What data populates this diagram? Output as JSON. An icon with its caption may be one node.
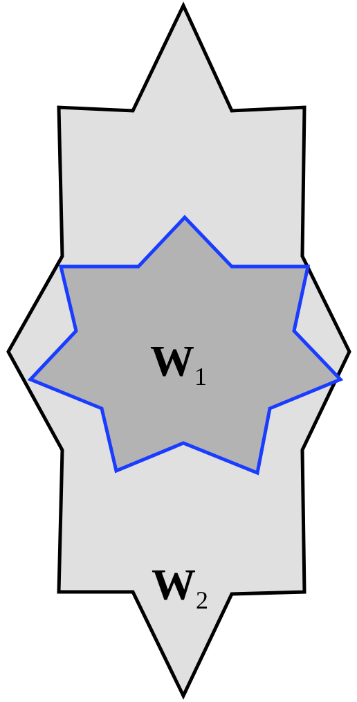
{
  "diagram": {
    "nodes": [
      {
        "text": [
          "**W**$_{2}$"
        ]
      },
      {
        "text": [
          "**W**$_{1}$"
        ],
        "in": 0
      }
    ]
  }
}
